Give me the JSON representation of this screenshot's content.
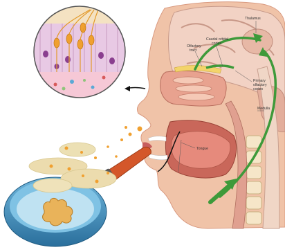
{
  "labels": {
    "thalamus": "Thalamus",
    "caudal_orbital_cortex_line1": "Caudal orbital",
    "caudal_orbital_cortex_line2": "cortex",
    "olfactory_tract_line1": "Olfactory",
    "olfactory_tract_line2": "tract",
    "primary_olfactory_cortex_line1": "Primary",
    "primary_olfactory_cortex_line2": "olfactory",
    "primary_olfactory_cortex_line3": "cortex",
    "medulla": "Medulla",
    "tongue": "Tongue"
  },
  "colors": {
    "skin": "#f0c3a8",
    "skin_shadow": "#d99a80",
    "brain": "#f2d2c4",
    "pathway_green": "#3e9a3a",
    "pan_blue": "#3f8fbf",
    "handle_orange": "#d4572a",
    "vapor": "#e8d9a8",
    "droplet": "#f0a030",
    "ginger": "#e9b35a"
  }
}
